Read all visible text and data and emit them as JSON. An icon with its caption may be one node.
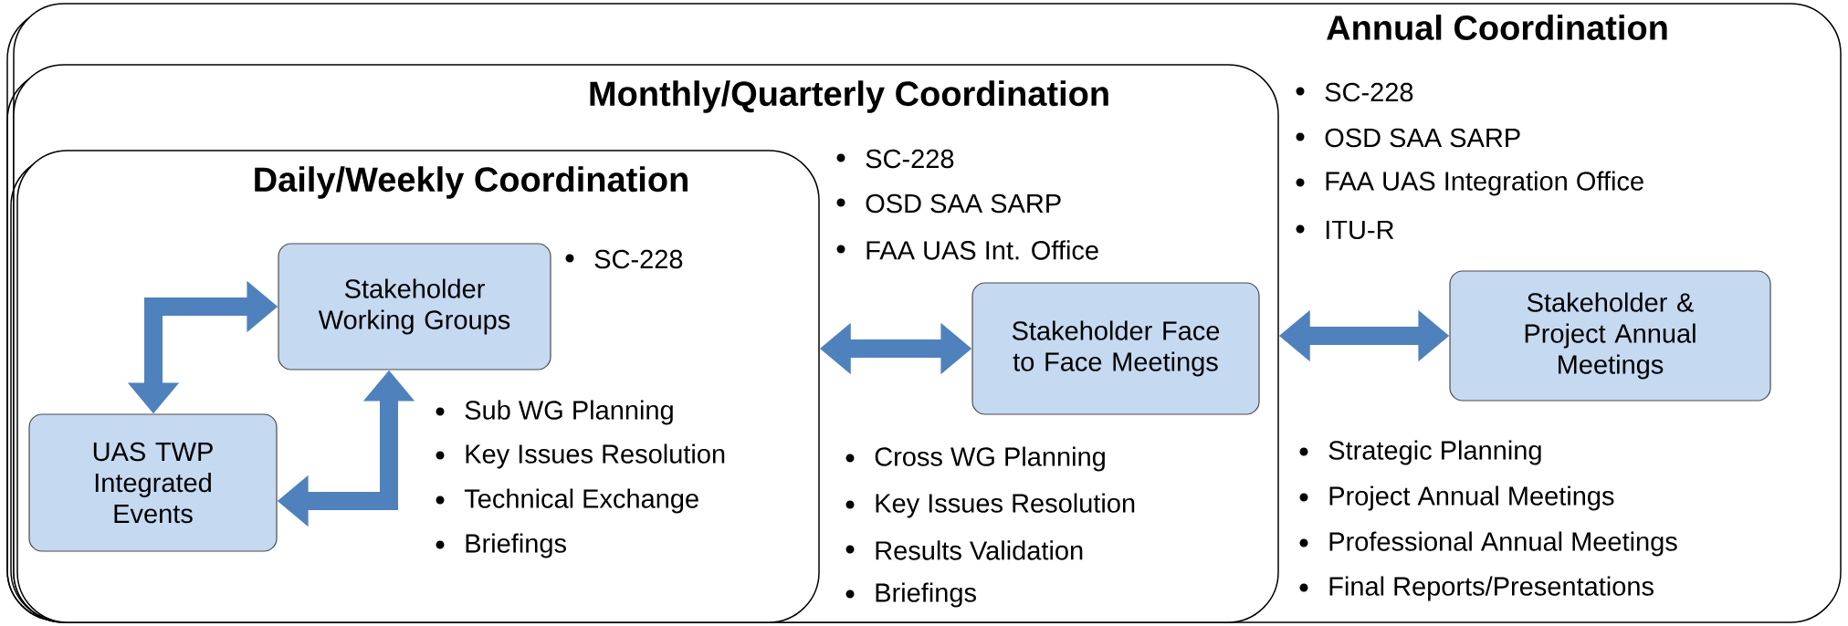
{
  "diagram": {
    "nodes": [
      {
        "text": [
          "Annual Coordination",
          "SC-228",
          "OSD SAA SARP",
          "FAA UAS Integration Office",
          "ITU-R",
          "Strategic Planning",
          "Project Annual Meetings",
          "Professional Annual Meetings",
          "Final Reports/Presentations"
        ]
      },
      {
        "text": [
          "Monthly/Quarterly Coordination",
          "SC-228",
          "OSD SAA SARP",
          "FAA UAS Int. Office",
          "Cross WG Planning",
          "Key Issues Resolution",
          "Results Validation",
          "Briefings"
        ],
        "in": 0
      },
      {
        "text": [
          "Daily/Weekly Coordination",
          "SC-228",
          "Sub WG Planning",
          "Key Issues Resolution",
          "Technical Exchange",
          "Briefings"
        ],
        "in": 1
      },
      {
        "text": [
          "Stakeholder Working Groups"
        ],
        "in": 2
      },
      {
        "text": [
          "UAS TWP Integrated Events"
        ],
        "in": 2
      },
      {
        "text": [
          "Stakeholder Face to Face Meetings"
        ],
        "in": 1
      },
      {
        "text": [
          "Stakeholder & Project Annual Meetings"
        ],
        "in": 0
      }
    ],
    "edges": [
      {
        "from": 4,
        "to": 3,
        "arrow": "both"
      },
      {
        "from": 4,
        "to": 3,
        "arrow": "both"
      },
      {
        "from": 2,
        "to": 5,
        "arrow": "both"
      },
      {
        "from": 1,
        "to": 6,
        "arrow": "both"
      }
    ]
  }
}
